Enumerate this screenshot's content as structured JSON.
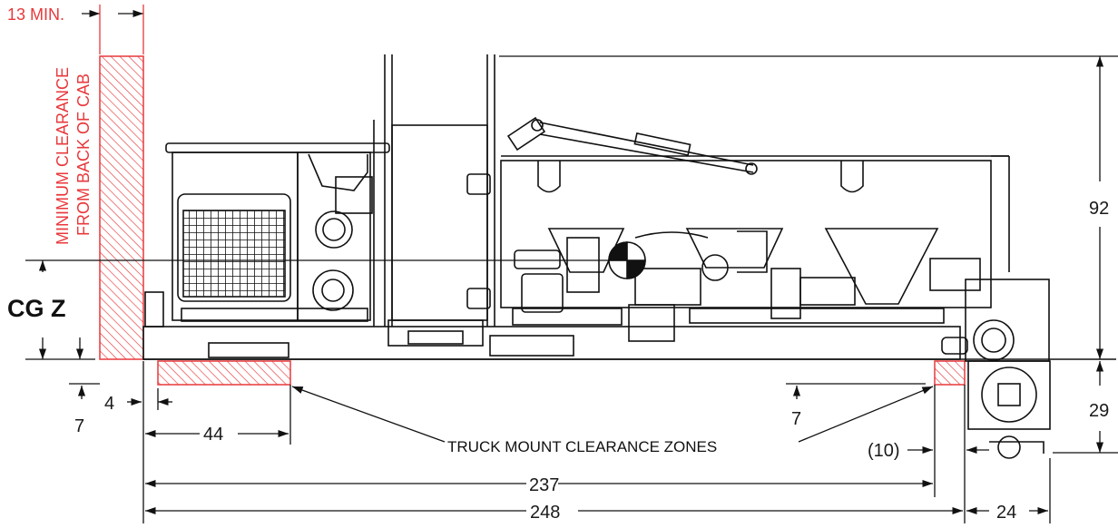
{
  "labels": {
    "min_clearance_dim": "13 MIN.",
    "min_clearance_line1": "MINIMUM CLEARANCE",
    "min_clearance_line2": "FROM BACK OF CAB",
    "cg": "CG Z",
    "truck_mount": "TRUCK MOUNT CLEARANCE ZONES"
  },
  "dimensions": {
    "height_total": "92",
    "height_lower": "29",
    "offset_left": "4",
    "drop_left": "7",
    "drop_right": "7",
    "zone_left_width": "44",
    "zone_right_offset": "(10)",
    "length_inner": "237",
    "length_total": "248",
    "rear_width": "24"
  },
  "colors": {
    "line": "#111111",
    "clearance": "#e8383b"
  }
}
